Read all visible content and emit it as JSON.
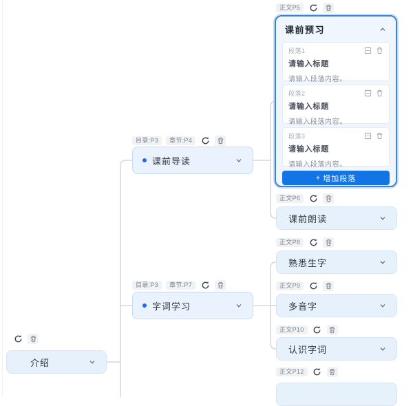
{
  "colors": {
    "accent_blue": "#1374e6",
    "panel_border": "#3b82d8",
    "node_bg": "#e7f1fc",
    "badge_bg": "#f1f2f4",
    "connector": "#d4d7db",
    "bullet": "#2468e5"
  },
  "icons": {
    "refresh": "⟳",
    "trash": "🗑",
    "collapse_section": "⊟",
    "chevron_down": "⌄",
    "chevron_up": "⌃",
    "add": "+",
    "bullet": "•"
  },
  "root_node": {
    "label": "介绍"
  },
  "branches": [
    {
      "badges": [
        "目录:P3",
        "章节:P4"
      ],
      "label": "课前导读"
    },
    {
      "badges": [
        "目录:P3",
        "章节:P7"
      ],
      "label": "字词学习"
    }
  ],
  "panel": {
    "badge": "正文P5",
    "title": "课前预习",
    "sections": [
      {
        "label": "段落1",
        "title_placeholder": "请输入标题",
        "content_placeholder": "请输入段落内容。"
      },
      {
        "label": "段落2",
        "title_placeholder": "请输入标题",
        "content_placeholder": "请输入段落内容。"
      },
      {
        "label": "段落3",
        "title_placeholder": "请输入标题",
        "content_placeholder": "请输入段落内容。"
      }
    ],
    "add_button_plus": "+",
    "add_button_label": "增加段落"
  },
  "leaf_nodes": [
    {
      "badge": "正文P6",
      "label": "课前朗读"
    },
    {
      "badge": "正文P8",
      "label": "熟悉生字"
    },
    {
      "badge": "正文P9",
      "label": "多音字"
    },
    {
      "badge": "正文P10",
      "label": "认识字词"
    },
    {
      "badge": "正文P12",
      "label": ""
    }
  ]
}
